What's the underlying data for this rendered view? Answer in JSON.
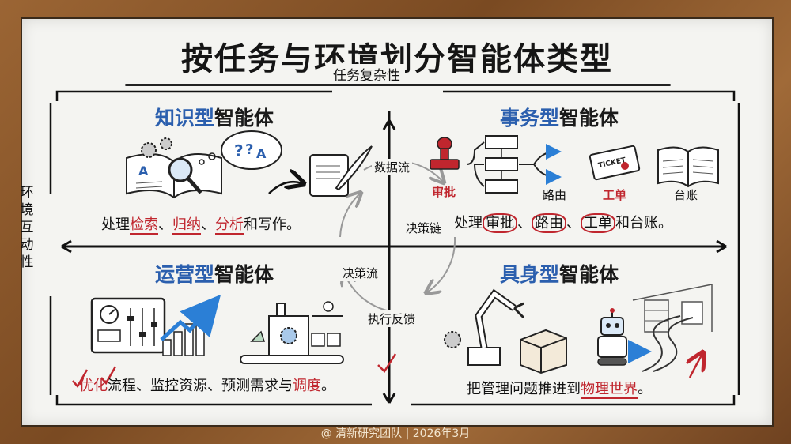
{
  "title": "按任务与环境划分智能体类型",
  "axes": {
    "x_label": "任务复杂性",
    "y_label": "环境互动性"
  },
  "quadrants": {
    "knowledge": {
      "title_highlight": "知识型",
      "title_rest": "智能体",
      "caption": {
        "prefix": "处理",
        "k1": "检索",
        "sep1": "、",
        "k2": "归纳",
        "sep2": "、",
        "k3": "分析",
        "suffix": "和写作。"
      },
      "icons": [
        "open-book-icon",
        "magnifier-icon",
        "gears-icon",
        "thought-bubble-icon",
        "quill-scroll-icon"
      ]
    },
    "transaction": {
      "title_highlight": "事务型",
      "title_rest": "智能体",
      "labels": {
        "stamp": "审批",
        "routing": "路由",
        "ticket": "工单",
        "ledger": "台账"
      },
      "caption": {
        "prefix": "处理",
        "k1": "审批",
        "sep1": "、",
        "k2": "路由",
        "sep2": "、",
        "k3": "工单",
        "suffix": "和台账。"
      },
      "icons": [
        "stamp-icon",
        "flowchart-icon",
        "ticket-icon",
        "ledger-icon"
      ]
    },
    "operations": {
      "title_highlight": "运营型",
      "title_rest": "智能体",
      "caption": {
        "k1": "优化",
        "mid": "流程、监控资源、预测需求与",
        "k2": "调度",
        "suffix": "。"
      },
      "icons": [
        "control-panel-icon",
        "rising-chart-icon",
        "factory-line-icon"
      ]
    },
    "embodied": {
      "title_highlight": "具身型",
      "title_rest": "智能体",
      "caption": {
        "prefix": "把管理问题推进到",
        "k1": "物理世界",
        "suffix": "。"
      },
      "icons": [
        "robot-arm-icon",
        "box-icon",
        "robot-icon",
        "warehouse-path-icon"
      ]
    }
  },
  "center_flow": {
    "data_flow": "数据流",
    "decision_chain": "决策链",
    "decision_flow": "决策流",
    "execution_feedback": "执行反馈"
  },
  "footer": "@ 清新研究团队 | 2026年3月",
  "colors": {
    "accent_blue": "#2b5fae",
    "accent_red": "#c0262e",
    "frame_wood": "#8a5a2e",
    "board": "#f4f4f1"
  }
}
